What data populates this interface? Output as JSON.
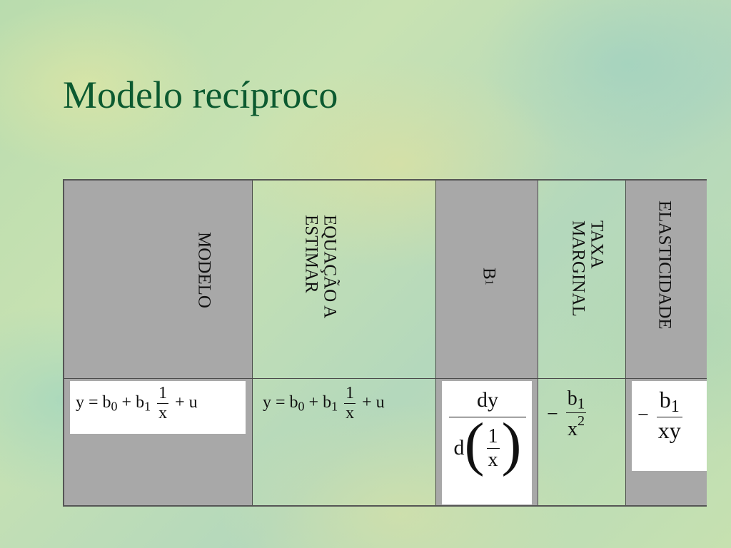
{
  "slide": {
    "title": "Modelo recíproco"
  },
  "table": {
    "headers": {
      "modelo": "MODELO",
      "equacao_line1": "EQUAÇÃO A",
      "equacao_line2": "ESTIMAR",
      "b1_base": "B",
      "b1_sub": "1",
      "taxa_line1": "TAXA",
      "taxa_line2": "MARGINAL",
      "elasticidade": "ELASTICIDADE"
    },
    "row": {
      "modelo_formula": {
        "lhs": "y = b",
        "b0_sub": "0",
        "plus1": " + b",
        "b1_sub": "1",
        "num": "1",
        "den": "x",
        "tail": "+ u"
      },
      "equacao_formula": {
        "lhs": "y = b",
        "b0_sub": "0",
        "plus1": " + b",
        "b1_sub": "1",
        "num": "1",
        "den": "x",
        "tail": "+ u"
      },
      "b1_formula": {
        "num": "dy",
        "den_d": "d",
        "inner_num": "1",
        "inner_den": "x"
      },
      "taxa_formula": {
        "sign": "−",
        "num_base": "b",
        "num_sub": "1",
        "den_base": "x",
        "den_sup": "2"
      },
      "elasticidade_formula": {
        "sign": "−",
        "num_base": "b",
        "num_sub": "1",
        "den": "xy"
      }
    }
  }
}
